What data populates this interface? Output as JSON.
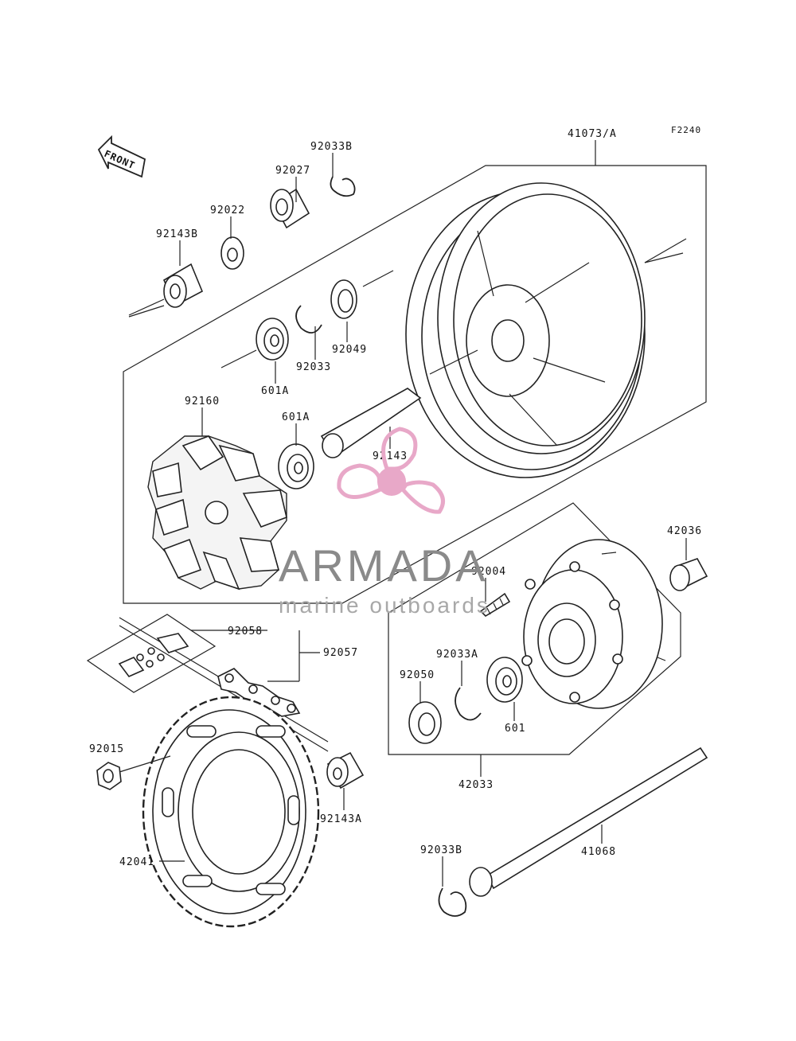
{
  "diagram_code": "F2240",
  "front_label": "FRONT",
  "watermark": {
    "brand": "ARMADA",
    "tagline": "marine outboards",
    "logo_color": "#e8a8c8"
  },
  "parts": {
    "p41073A": "41073/A",
    "p92033B_top": "92033B",
    "p92027": "92027",
    "p92022": "92022",
    "p92143B": "92143B",
    "p92049": "92049",
    "p92033": "92033",
    "p601A_top": "601A",
    "p92160": "92160",
    "p601A_mid": "601A",
    "p92143": "92143",
    "p42036": "42036",
    "p92004": "92004",
    "p92058": "92058",
    "p92057": "92057",
    "p92033A": "92033A",
    "p92050": "92050",
    "p601": "601",
    "p42033": "42033",
    "p92015": "92015",
    "p92143A": "92143A",
    "p42041": "42041",
    "p92033B_bottom": "92033B",
    "p41068": "41068"
  }
}
